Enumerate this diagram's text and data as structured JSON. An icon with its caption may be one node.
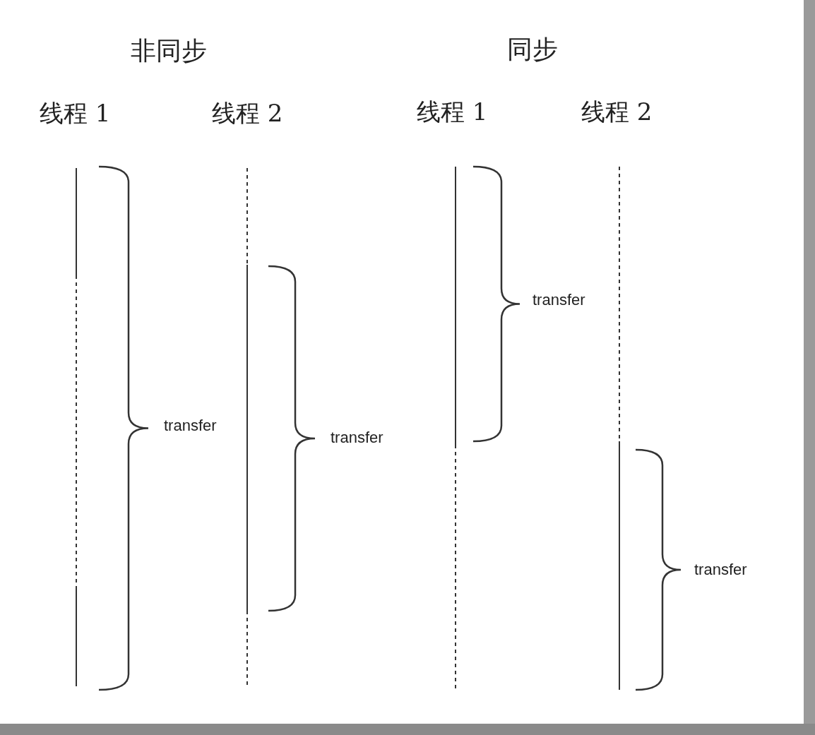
{
  "diagram": {
    "labels": [
      "非同步",
      "同步",
      "线程 1",
      "线程 2",
      "线程 1",
      "线程 2",
      "transfer",
      "transfer",
      "transfer",
      "transfer"
    ]
  }
}
